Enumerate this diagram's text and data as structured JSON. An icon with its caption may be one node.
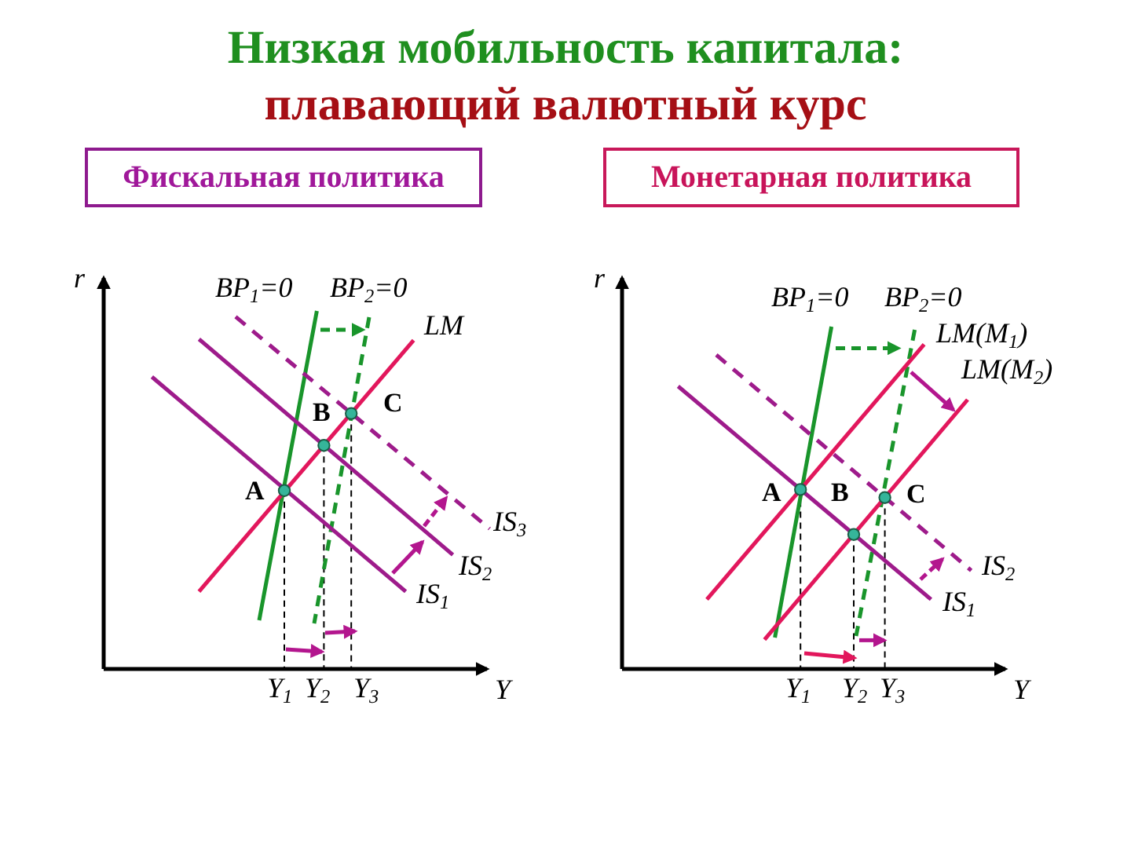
{
  "diagram": {
    "title": "Низкая мобильность капитала:",
    "nodes": [
      {
        "text": [
          "Фискальная политика"
        ]
      },
      {
        "text": [
          "Монетарная политика"
        ]
      }
    ],
    "labels": [
      "плавающий валютный курс",
      "r",
      "BP$_{1}$=0",
      "BP$_{2}$=0",
      "LM",
      "C",
      "B",
      "A",
      "IS$_{3}$",
      "IS$_{2}$",
      "IS$_{1}$",
      "Y$_{1}$",
      "Y$_{2}$",
      "Y$_{3}$",
      "Y",
      "r",
      "BP$_{1}$=0",
      "BP$_{2}$=0",
      "LM(M$_{1}$)",
      "LM(M$_{2}$)",
      "A",
      "B",
      "C",
      "IS$_{2}$",
      "IS$_{1}$",
      "Y$_{1}$",
      "Y$_{2}$",
      "Y$_{3}$",
      "Y"
    ]
  }
}
